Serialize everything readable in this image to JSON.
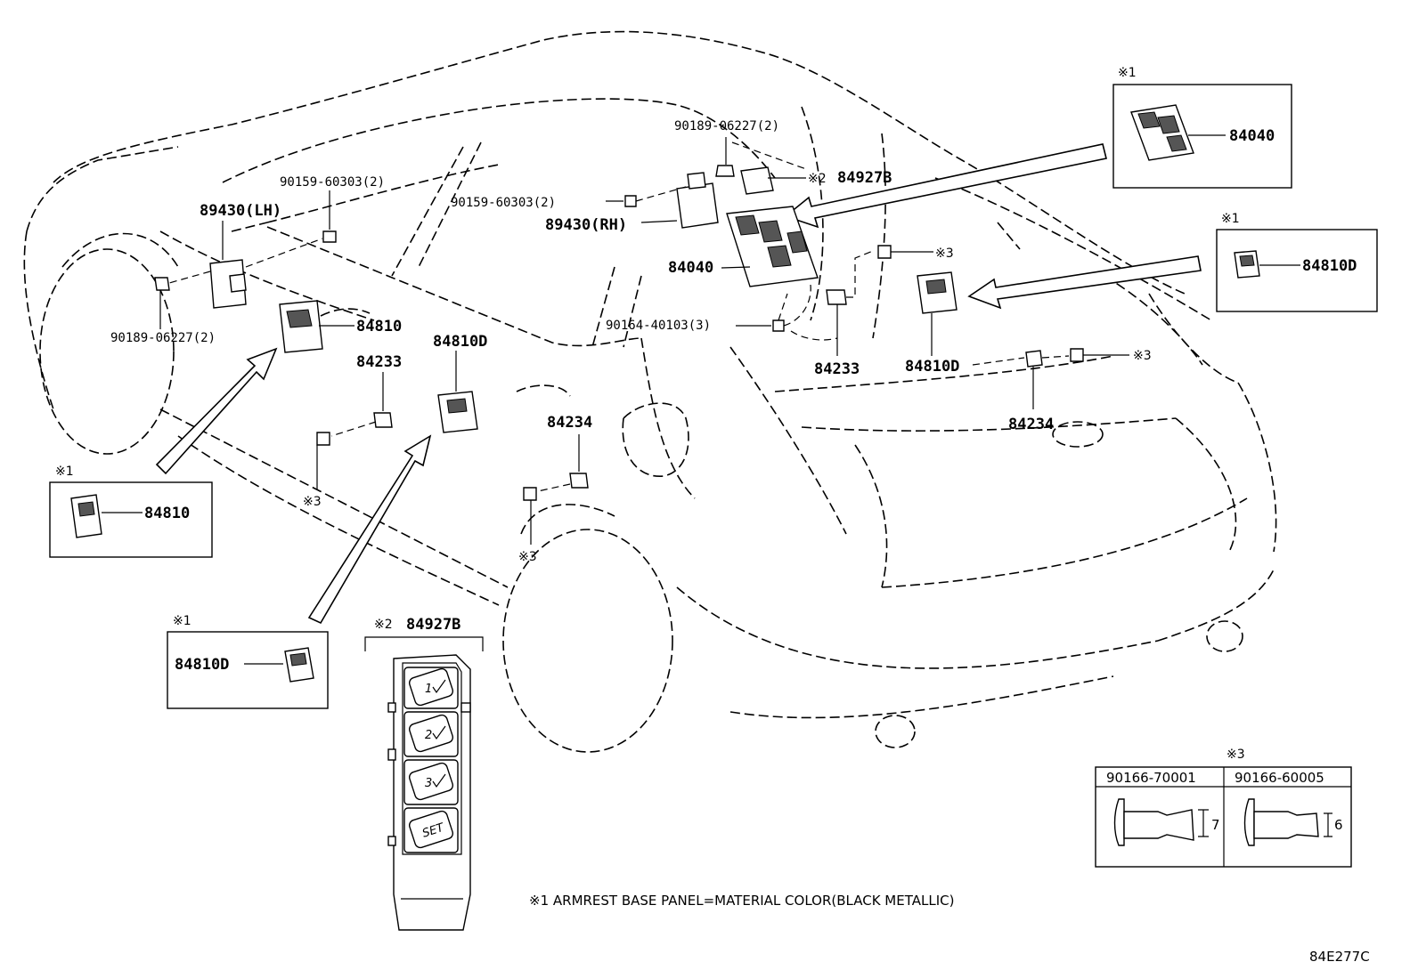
{
  "labels": {
    "p90189_top": "90189-06227(2)",
    "p84927b_top": "84927B",
    "p90159_rh": "90159-60303(2)",
    "p89430_rh": "89430(RH)",
    "p84040_main": "84040",
    "p90164": "90164-40103(3)",
    "p84233_rh": "84233",
    "p84810d_rear": "84810D",
    "p84234_rh": "84234",
    "p90159_lh": "90159-60303(2)",
    "p89430_lh": "89430(LH)",
    "p90189_lh": "90189-06227(2)",
    "p84810_main": "84810",
    "p84233_lh": "84233",
    "p84810d_mid": "84810D",
    "p84234_mid": "84234",
    "p84927b_detail": "84927B"
  },
  "marks": {
    "k1": "※1",
    "k2": "※2",
    "k3": "※3"
  },
  "inset_boxes": {
    "box_84040": "84040",
    "box_84810d_right": "84810D",
    "box_84810_left": "84810",
    "box_84810d_bottom": "84810D"
  },
  "switch_buttons": [
    "1",
    "2",
    "3",
    "SET"
  ],
  "clip_table": {
    "headers": [
      "90166-70001",
      "90166-60005"
    ],
    "dims": [
      "7",
      "6"
    ]
  },
  "footnote": "※1  ARMREST BASE PANEL=MATERIAL COLOR(BLACK METALLIC)",
  "drawing_code": "84E277C"
}
